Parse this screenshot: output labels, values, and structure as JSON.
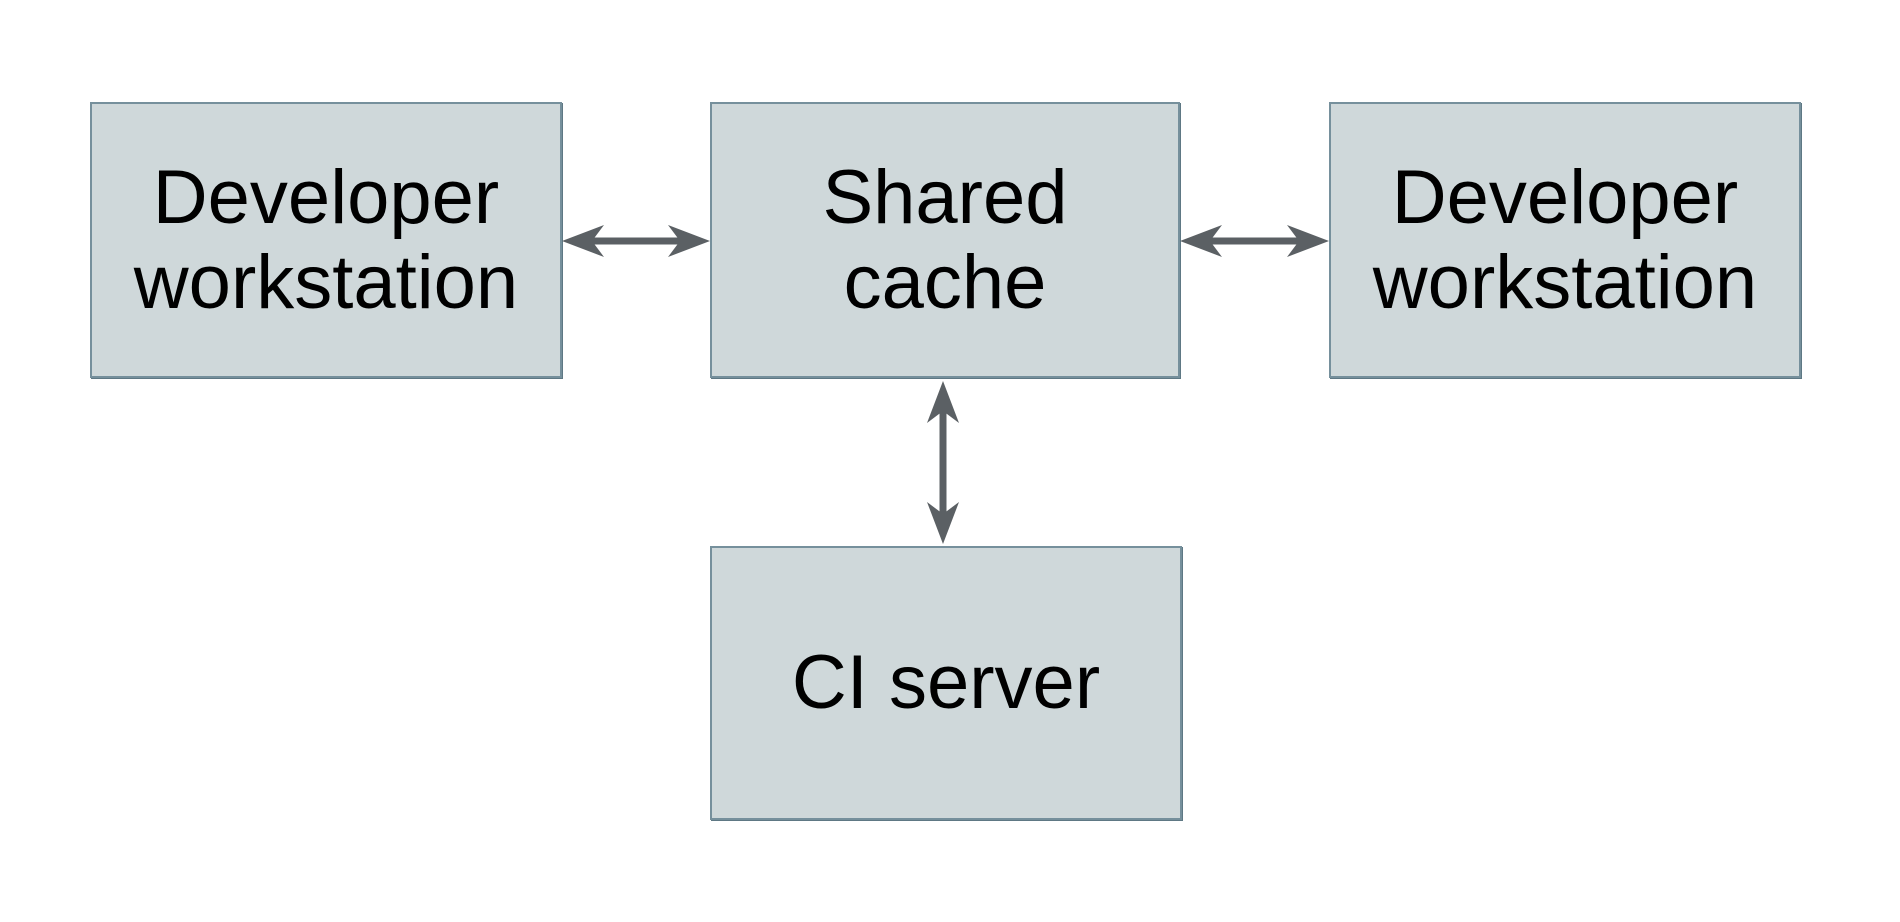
{
  "diagram": {
    "background_color": "#ffffff",
    "box_fill_color": "#cfd8da",
    "box_border_color": "#76909c",
    "arrow_color": "#5b6064",
    "text_color": "#000000",
    "nodes": [
      {
        "id": "developer-workstation-left",
        "label": "Developer\nworkstation"
      },
      {
        "id": "shared-cache",
        "label": "Shared\ncache"
      },
      {
        "id": "developer-workstation-right",
        "label": "Developer\nworkstation"
      },
      {
        "id": "ci-server",
        "label": "CI server"
      }
    ],
    "connections": [
      {
        "from": "developer-workstation-left",
        "to": "shared-cache",
        "style": "double-headed-arrow"
      },
      {
        "from": "shared-cache",
        "to": "developer-workstation-right",
        "style": "double-headed-arrow"
      },
      {
        "from": "shared-cache",
        "to": "ci-server",
        "style": "double-headed-arrow"
      }
    ]
  }
}
